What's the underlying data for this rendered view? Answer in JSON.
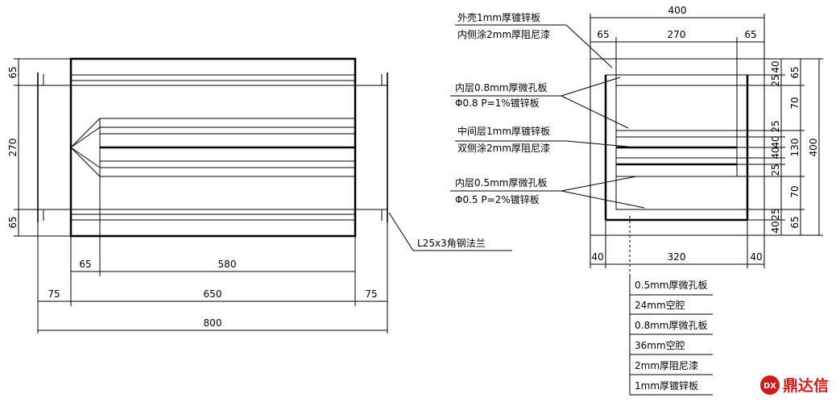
{
  "side_view": {
    "dims_bottom": [
      "65",
      "580",
      "75",
      "650",
      "75",
      "800"
    ],
    "dims_left": [
      "65",
      "270",
      "65"
    ],
    "flange_label": "L25x3角钢法兰"
  },
  "section_view": {
    "dims_top": [
      "400",
      "65",
      "270",
      "65"
    ],
    "dims_right_inner": [
      "40",
      "25",
      "25",
      "40",
      "40",
      "25",
      "25",
      "40"
    ],
    "dims_right_outer": [
      "65",
      "70",
      "130",
      "70",
      "65"
    ],
    "dims_right_total": "400",
    "dims_bottom": [
      "40",
      "320",
      "40"
    ],
    "callouts": [
      {
        "line1": "外壳1mm厚镀锌板",
        "line2": "内侧涂2mm厚阻尼漆"
      },
      {
        "line1": "内层0.8mm厚微孔板",
        "line2": "Φ0.8  P=1%镀锌板"
      },
      {
        "line1": "中间层1mm厚镀锌板",
        "line2": "双侧涂2mm厚阻尼漆"
      },
      {
        "line1": "内层0.5mm厚微孔板",
        "line2": "Φ0.5  P=2%镀锌板"
      }
    ]
  },
  "layer_legend": [
    "0.5mm厚微孔板",
    "24mm空腔",
    "0.8mm厚微孔板",
    "36mm空腔",
    "2mm厚阻尼漆",
    "1mm厚镀锌板"
  ],
  "watermark": {
    "brand": "鼎达信",
    "glyph": "DX"
  }
}
